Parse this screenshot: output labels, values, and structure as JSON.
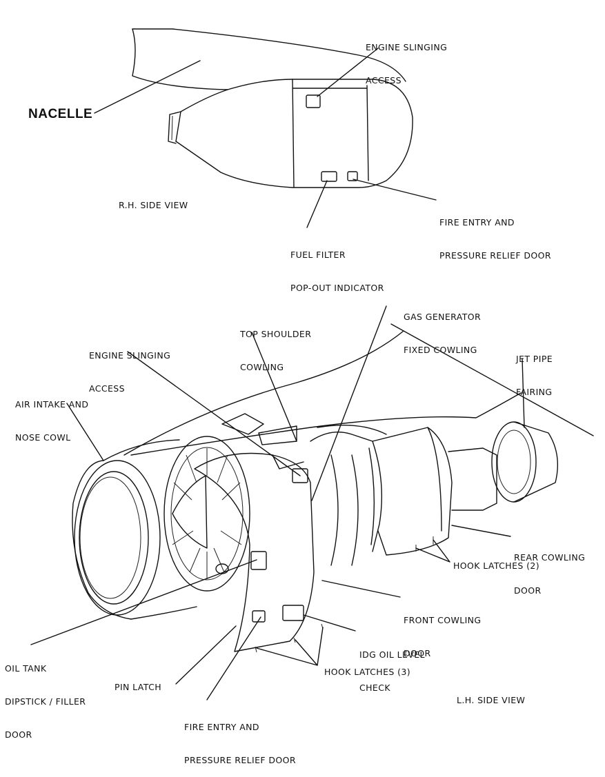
{
  "top_view": {
    "title": "R.H. SIDE VIEW",
    "nacelle_label": "NACELLE",
    "labels": {
      "engine_slinging_access": [
        "ENGINE SLINGING",
        "ACCESS"
      ],
      "fire_entry": [
        "FIRE ENTRY AND",
        "PRESSURE RELIEF DOOR"
      ],
      "fuel_filter": [
        "FUEL FILTER",
        "POP-OUT INDICATOR"
      ]
    }
  },
  "bottom_view": {
    "title": "L.H. SIDE VIEW",
    "labels": {
      "gas_generator": [
        "GAS GENERATOR",
        "FIXED COWLING"
      ],
      "top_shoulder": [
        "TOP SHOULDER",
        "COWLING"
      ],
      "engine_slinging_access": [
        "ENGINE SLINGING",
        "ACCESS"
      ],
      "jet_pipe": [
        "JET PIPE",
        "FAIRING"
      ],
      "air_intake": [
        "AIR INTAKE AND",
        "NOSE COWL"
      ],
      "rear_cowling": [
        "REAR COWLING",
        "DOOR"
      ],
      "hook_latches_2": "HOOK LATCHES (2)",
      "front_cowling": [
        "FRONT COWLING",
        "DOOR"
      ],
      "idg_oil": [
        "IDG OIL LEVEL",
        "CHECK"
      ],
      "oil_tank": [
        "OIL TANK",
        "DIPSTICK / FILLER",
        "DOOR"
      ],
      "hook_latches_3": "HOOK LATCHES (3)",
      "pin_latch": "PIN LATCH",
      "fire_entry": [
        "FIRE ENTRY AND",
        "PRESSURE RELIEF DOOR"
      ]
    }
  }
}
